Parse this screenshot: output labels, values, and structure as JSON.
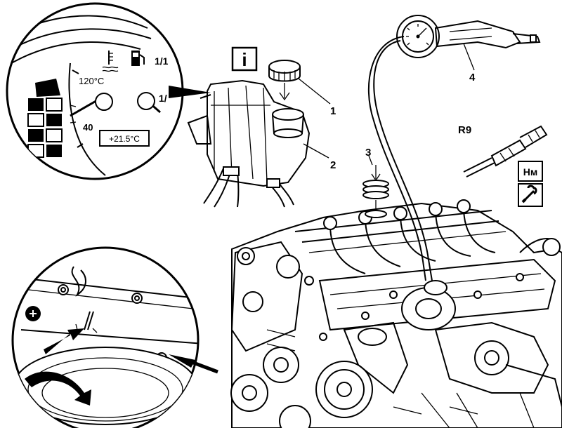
{
  "callouts": {
    "part1": "1",
    "part2": "2",
    "part3": "3",
    "part4": "4",
    "part_r9": "R9"
  },
  "gauge_inset": {
    "temp_max": "120°C",
    "temp_min": "40",
    "fuel_full": "1/1",
    "fuel_partial": "1/",
    "outside_temp": "+21.5°C"
  },
  "info_badge": "i",
  "torque_badge": "Нм",
  "icons": [
    "info-icon",
    "torque-icon",
    "wrench-icon",
    "coolant-temp-icon",
    "fuel-pump-icon",
    "rotation-arrow-icon"
  ]
}
